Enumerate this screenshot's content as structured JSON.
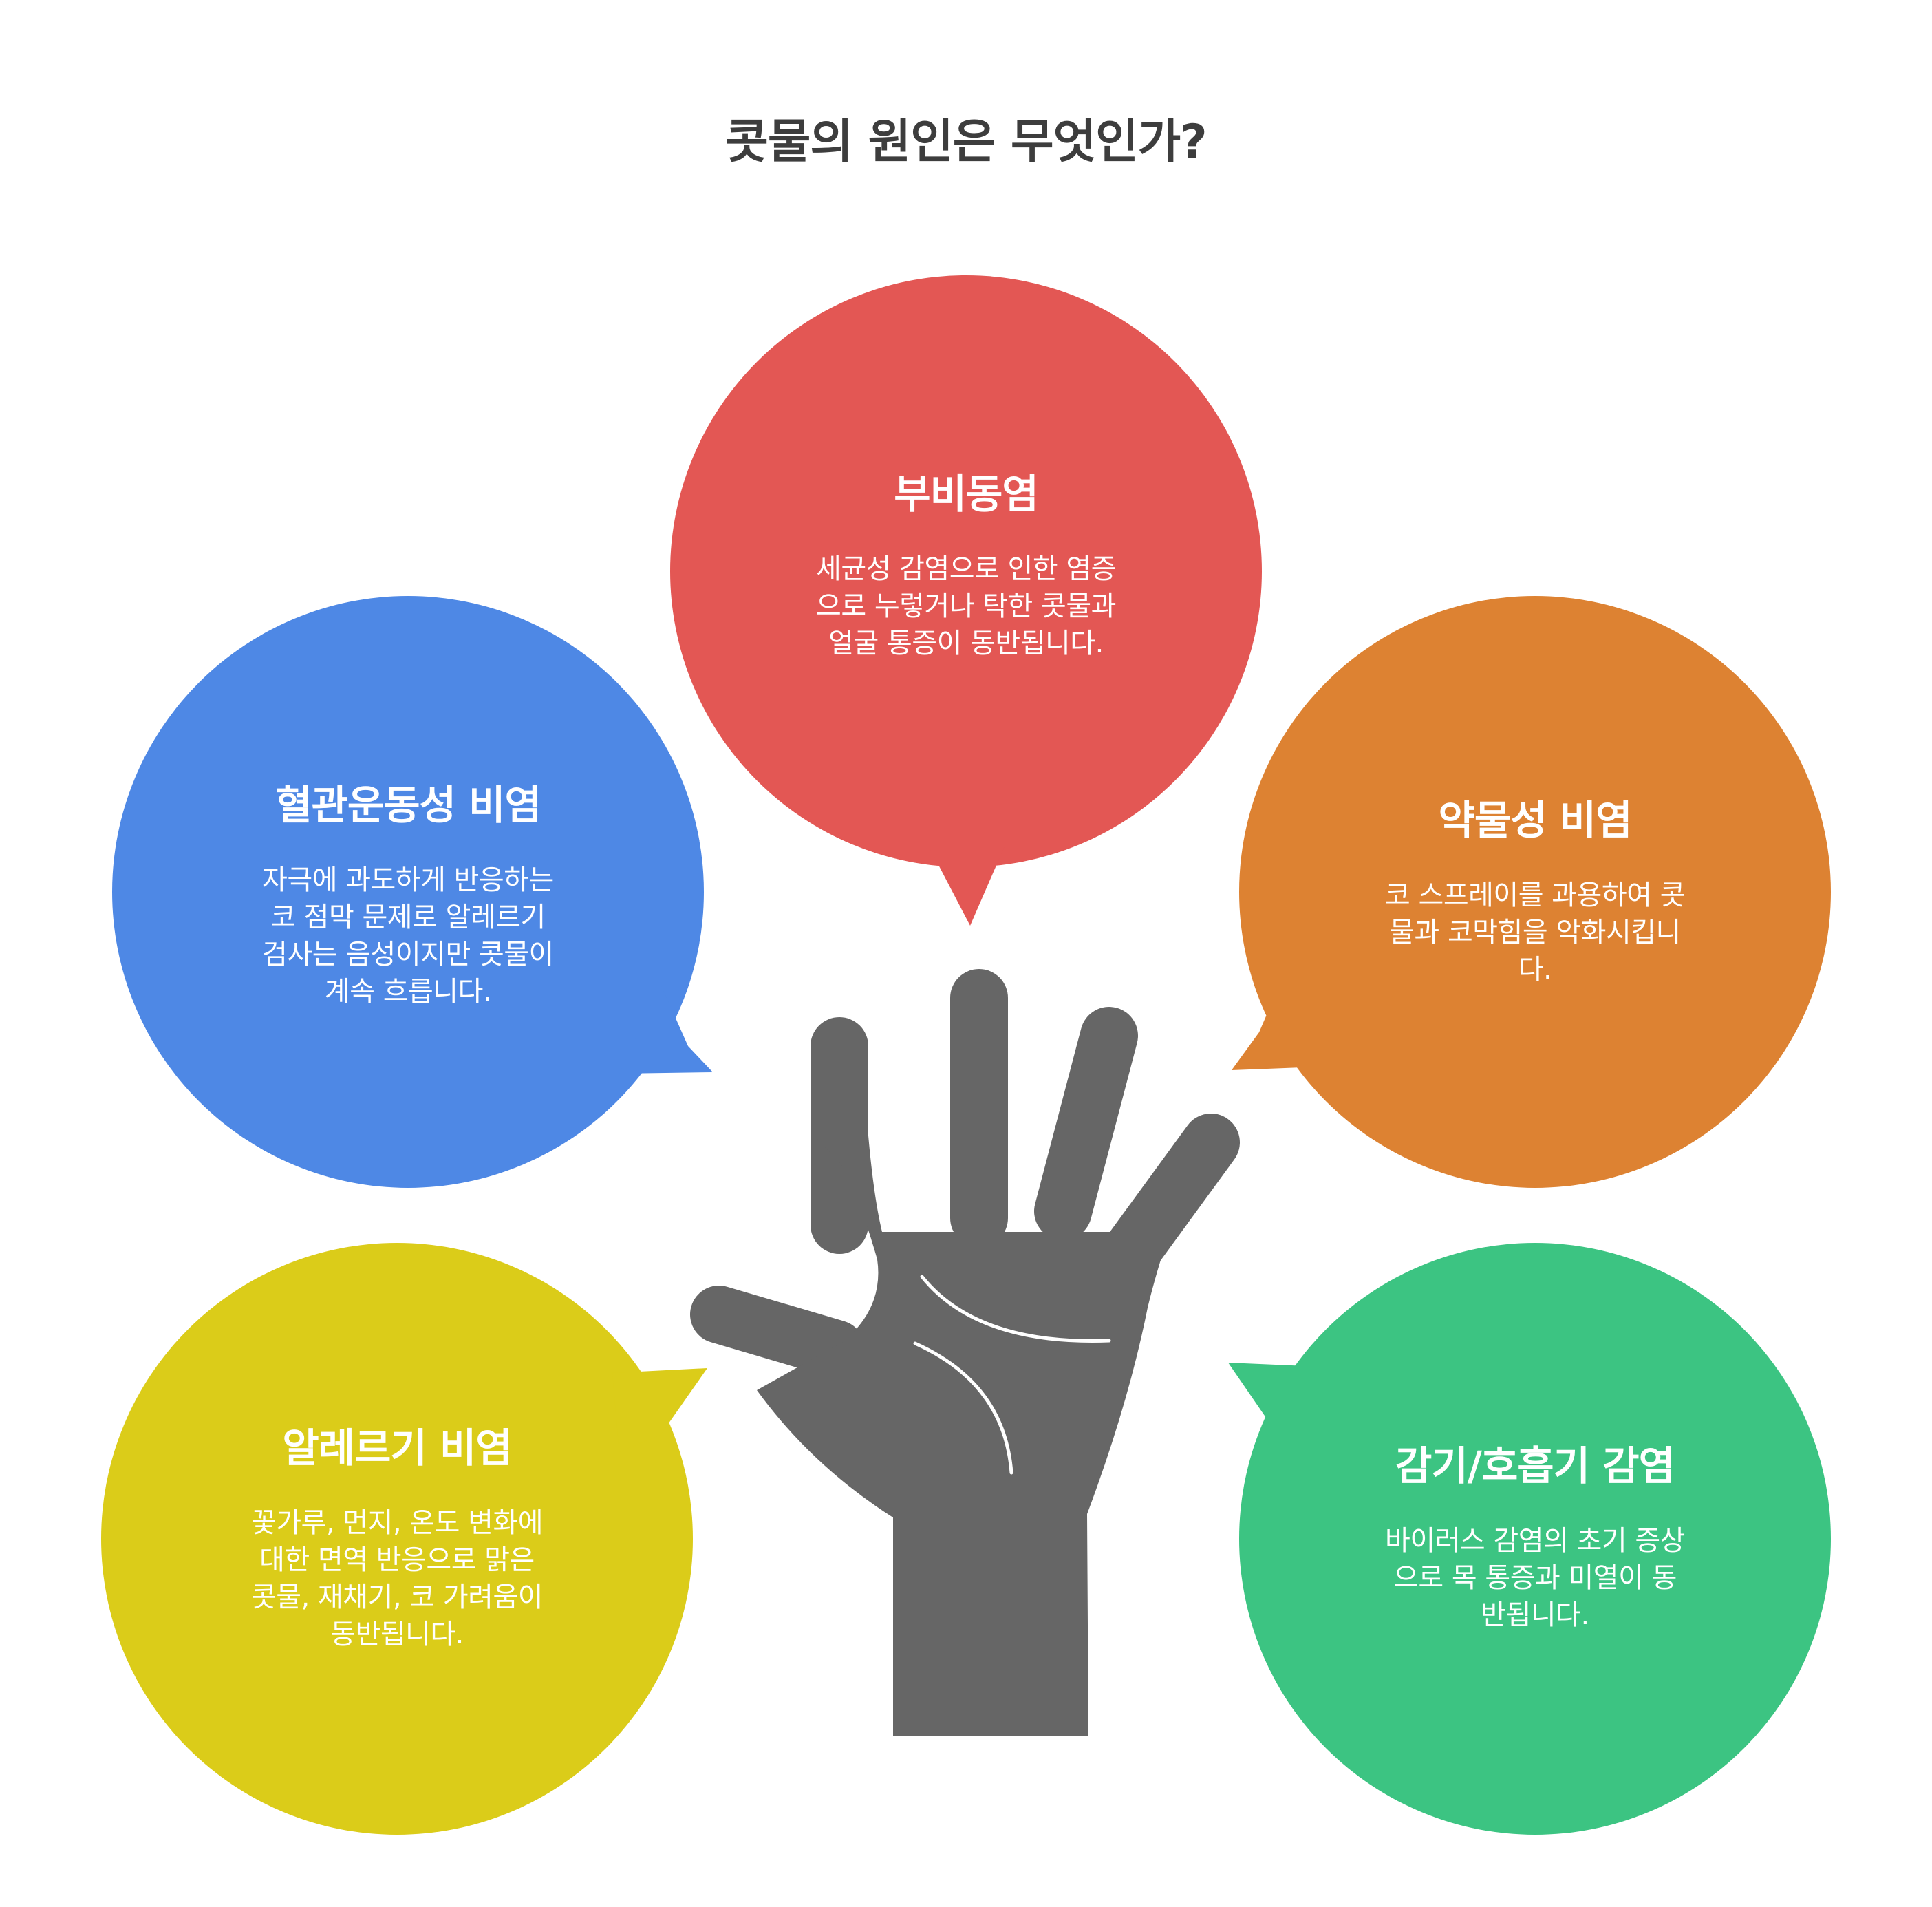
{
  "title": "콧물의 원인은 무엇인가?",
  "bubbles": [
    {
      "title": "부비동염",
      "description": "세균성 감염으로 인한 염증\n으로 누렇거나 탁한 콧물과\n얼굴 통증이 동반됩니다.",
      "color": "#e35754"
    },
    {
      "title": "혈관운동성 비염",
      "description": "자극에 과도하게 반응하는\n코 점막 문제로 알레르기\n검사는 음성이지만 콧물이\n계속 흐릅니다.",
      "color": "#4e88e5"
    },
    {
      "title": "약물성 비염",
      "description": "코 스프레이를 과용하여 콧\n물과 코막힘을 악화시킵니\n다.",
      "color": "#dd8232"
    },
    {
      "title": "알레르기 비염",
      "description": "꽃가루, 먼지, 온도 변화에\n대한 면역 반응으로 맑은\n콧물, 재채기, 코 가려움이\n동반됩니다.",
      "color": "#dbcc19"
    },
    {
      "title": "감기/호흡기 감염",
      "description": "바이러스 감염의 초기 증상\n으로 목 통증과 미열이 동\n반됩니다.",
      "color": "#3cc482"
    }
  ],
  "hand_color": "#666666"
}
